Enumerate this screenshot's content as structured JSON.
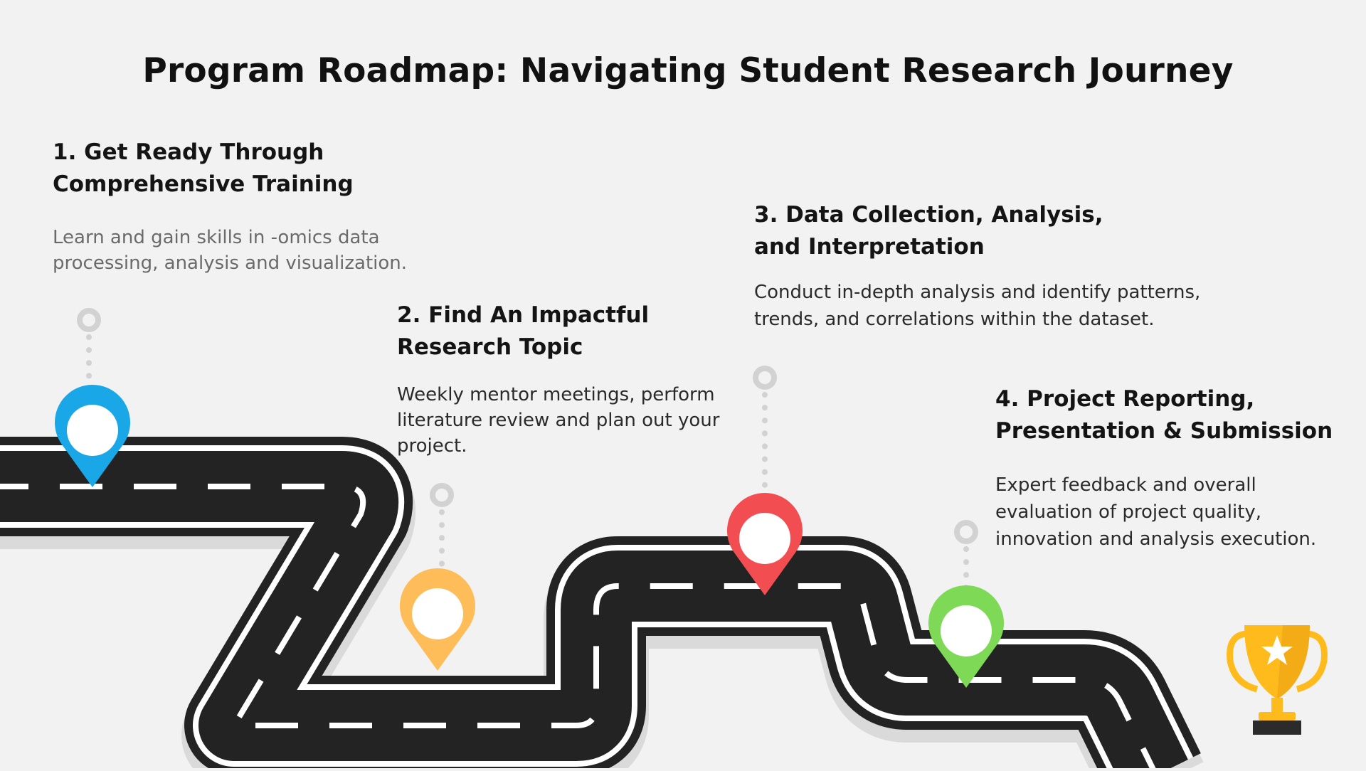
{
  "title": "Program Roadmap: Navigating Student Research Journey",
  "steps": [
    {
      "heading_line1": "1. Get Ready Through",
      "heading_line2": "Comprehensive Training",
      "desc_line1": "Learn and gain skills in -omics data",
      "desc_line2": "processing, analysis and visualization.",
      "marker_color": "#1aa7e8"
    },
    {
      "heading_line1": "2. Find An Impactful",
      "heading_line2": "Research Topic",
      "desc_line1": "Weekly mentor meetings, perform",
      "desc_line2": "literature review and plan out your",
      "desc_line3": "project.",
      "marker_color": "#ffbd59"
    },
    {
      "heading_line1": "3. Data Collection, Analysis,",
      "heading_line2": "and Interpretation",
      "desc_line1": "Conduct in-depth analysis and identify patterns,",
      "desc_line2": "trends, and correlations within the dataset.",
      "marker_color": "#f24e52"
    },
    {
      "heading_line1": "4. Project Reporting,",
      "heading_line2": "Presentation & Submission",
      "desc_line1": "Expert feedback and overall",
      "desc_line2": "evaluation of project quality,",
      "desc_line3": "innovation and analysis execution.",
      "marker_color": "#7ed957"
    }
  ],
  "colors": {
    "road": "#232323",
    "road_edge": "#ffffff",
    "road_shadow": "#dadada",
    "connector": "#d2d2d2",
    "trophy_gold": "#ffbb1c",
    "trophy_base": "#2b2b2b"
  },
  "icons": {
    "markers": "map-pin-icon",
    "finish": "trophy-icon"
  }
}
